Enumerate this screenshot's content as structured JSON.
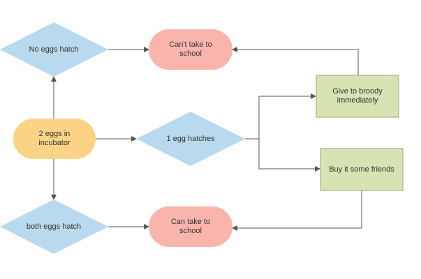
{
  "colors": {
    "decision_fill": "#b9d9ee",
    "start_fill": "#fbd387",
    "outcome_fill": "#f9b4ac",
    "action_fill": "#d7e3b2",
    "action_stroke": "#9aa872",
    "edge": "#555555",
    "text": "#333333"
  },
  "nodes": {
    "start": "2 eggs in\nincubator",
    "no_eggs": "No eggs hatch",
    "one_egg": "1 egg hatches",
    "both_eggs": "both eggs hatch",
    "cant_take": "Can't take to\nschool",
    "can_take": "Can take to\nschool",
    "broody": "Give to broody\nimmediately",
    "friends": "Buy it some friends"
  }
}
